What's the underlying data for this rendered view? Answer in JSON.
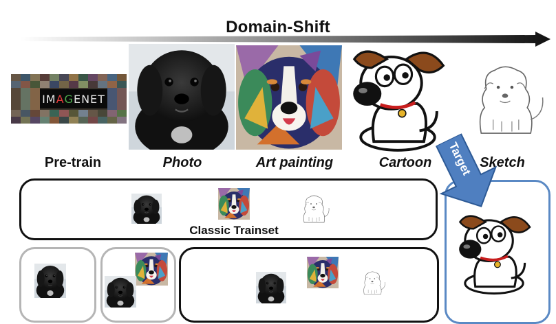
{
  "header": {
    "title": "Domain-Shift"
  },
  "logo": {
    "text_left": "IM",
    "text_a": "A",
    "text_g": "G",
    "text_right": "ENET"
  },
  "domains": [
    {
      "label": "Pre-train"
    },
    {
      "label": "Photo"
    },
    {
      "label": "Art painting"
    },
    {
      "label": "Cartoon"
    },
    {
      "label": "Sketch"
    }
  ],
  "target_arrow": {
    "label": "Target"
  },
  "trainset": {
    "label": "Classic Trainset"
  },
  "colors": {
    "arrow_start": "#ffffff",
    "arrow_end": "#111111",
    "target_blue": "#4f7fc0",
    "box_grey": "#b5b5b5",
    "box_blue": "#5a89c4"
  }
}
